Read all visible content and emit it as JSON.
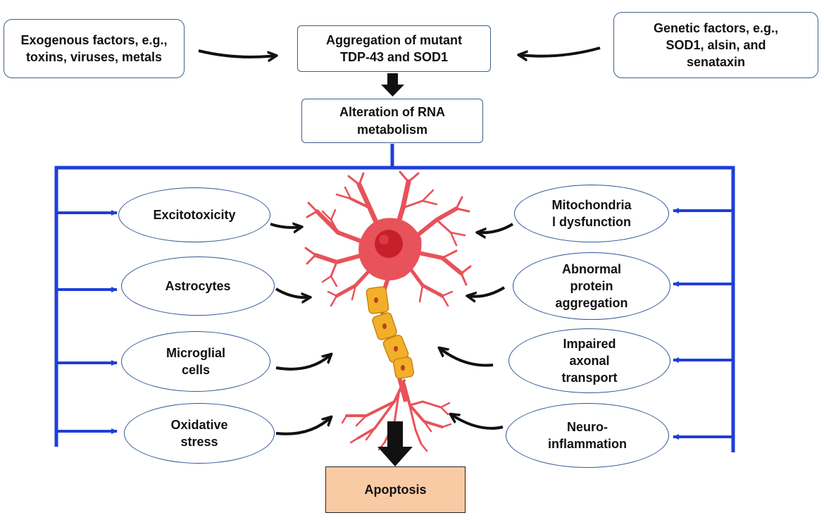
{
  "top": {
    "exogenous": "Exogenous factors, e.g.,\ntoxins, viruses, metals",
    "aggregation": "Aggregation of mutant\nTDP-43 and SOD1",
    "genetic": "Genetic factors, e.g.,\nSOD1, alsin, and\nsenataxin",
    "rna": "Alteration of RNA\nmetabolism"
  },
  "left": [
    "Excitotoxicity",
    "Astrocytes",
    "Microglial\ncells",
    "Oxidative\nstress"
  ],
  "right": [
    "Mitochondria\nl dysfunction",
    "Abnormal\nprotein\naggregation",
    "Impaired\naxonal\ntransport",
    "Neuro-\ninflammation"
  ],
  "outcome": "Apoptosis",
  "colors": {
    "connector": "#1f3fd6",
    "arrow": "#111111",
    "neuron": "#e8525a",
    "nucleus": "#c8202b",
    "myelin": "#f2b02a",
    "apoptosis_fill": "#f8cba5"
  }
}
